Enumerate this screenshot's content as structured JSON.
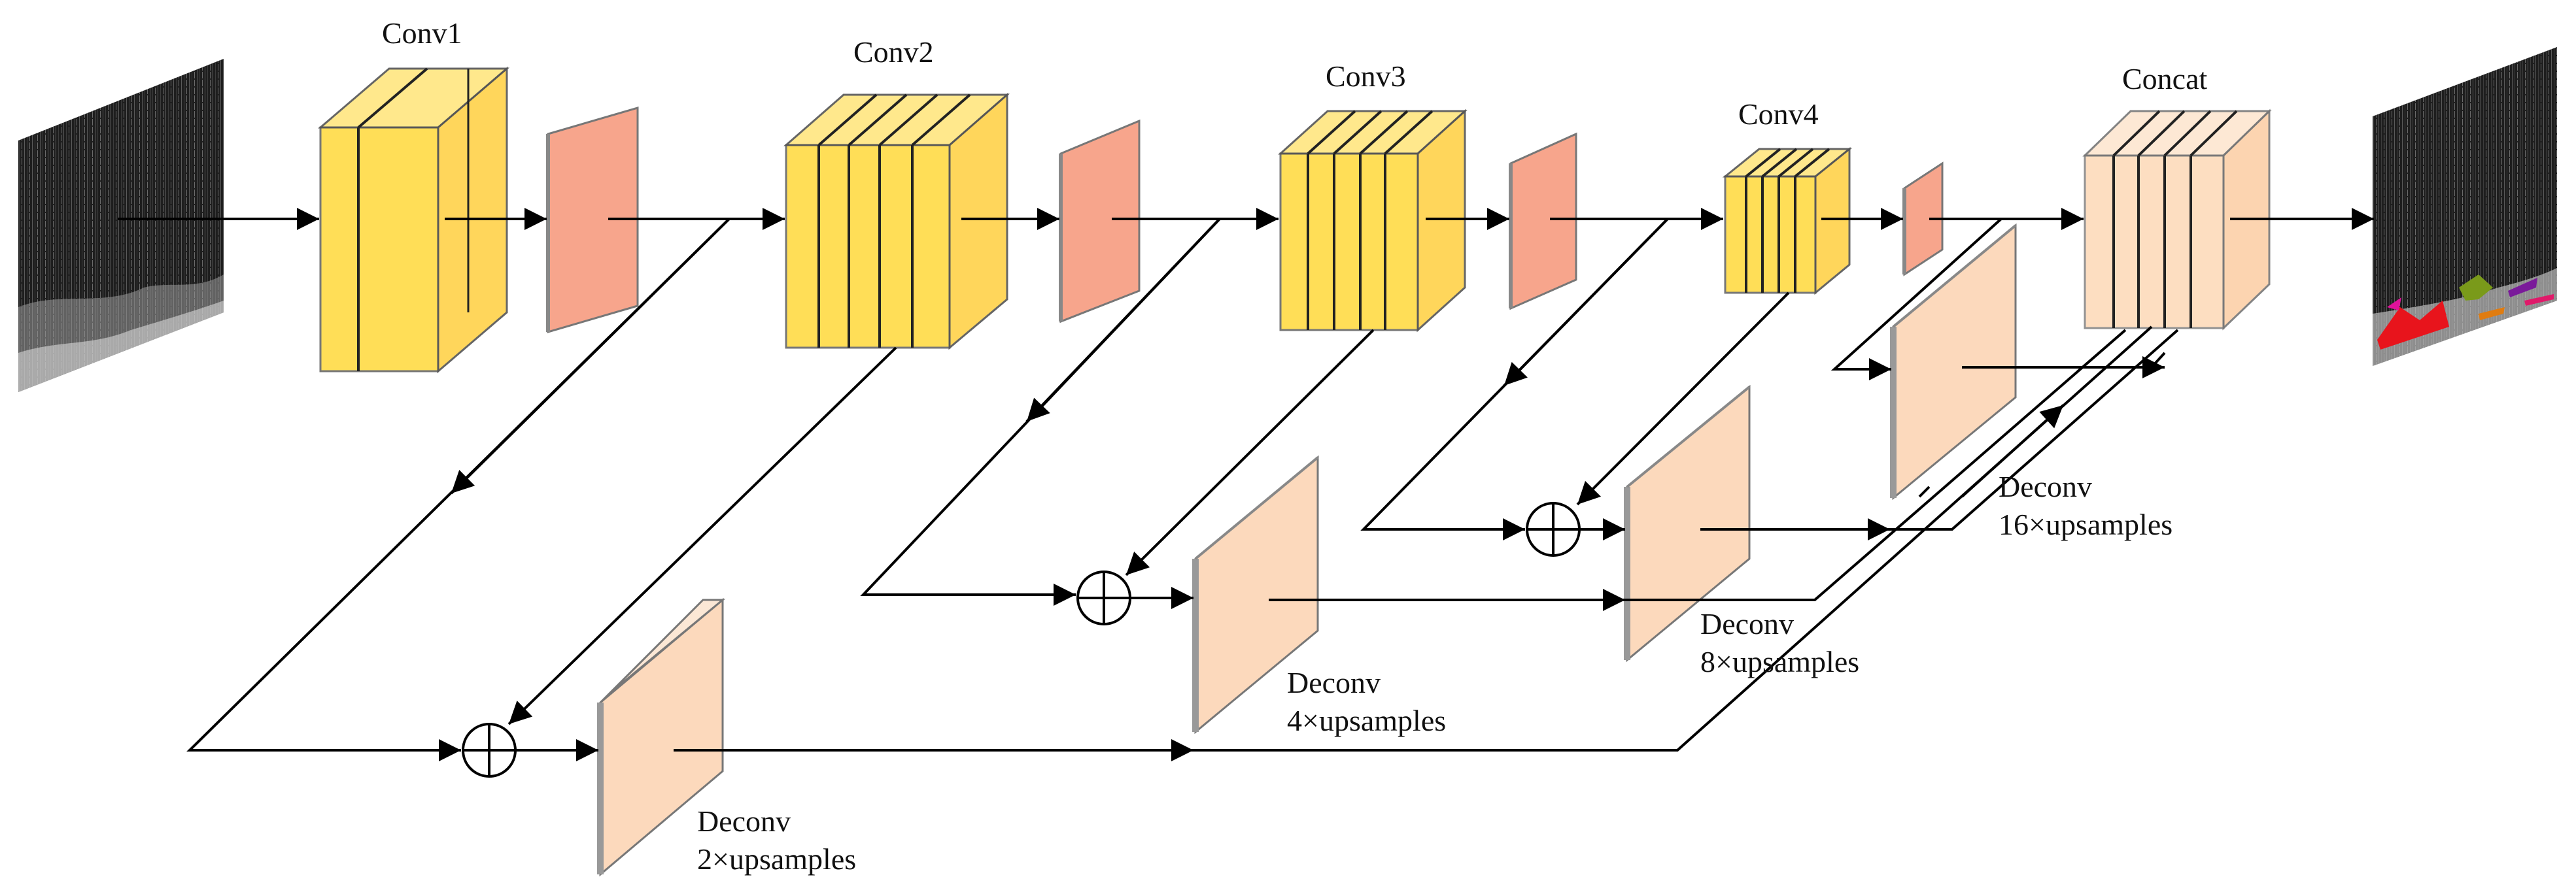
{
  "labels": {
    "conv1": "Conv1",
    "conv2": "Conv2",
    "conv3": "Conv3",
    "conv4": "Conv4",
    "concat": "Concat",
    "deconv2_title": "Deconv",
    "deconv2_sub": "2×upsamples",
    "deconv4_title": "Deconv",
    "deconv4_sub": "4×upsamples",
    "deconv8_title": "Deconv",
    "deconv8_sub": "8×upsamples",
    "deconv16_title": "Deconv",
    "deconv16_sub": "16×upsamples"
  },
  "colors": {
    "conv_fill": "#FFD72E",
    "conv_light": "#FFE680",
    "pool_fill": "#F7A58C",
    "deconv_fill": "#FCD9BC",
    "concat_fill": "#FDD6B2",
    "line": "#000000"
  }
}
